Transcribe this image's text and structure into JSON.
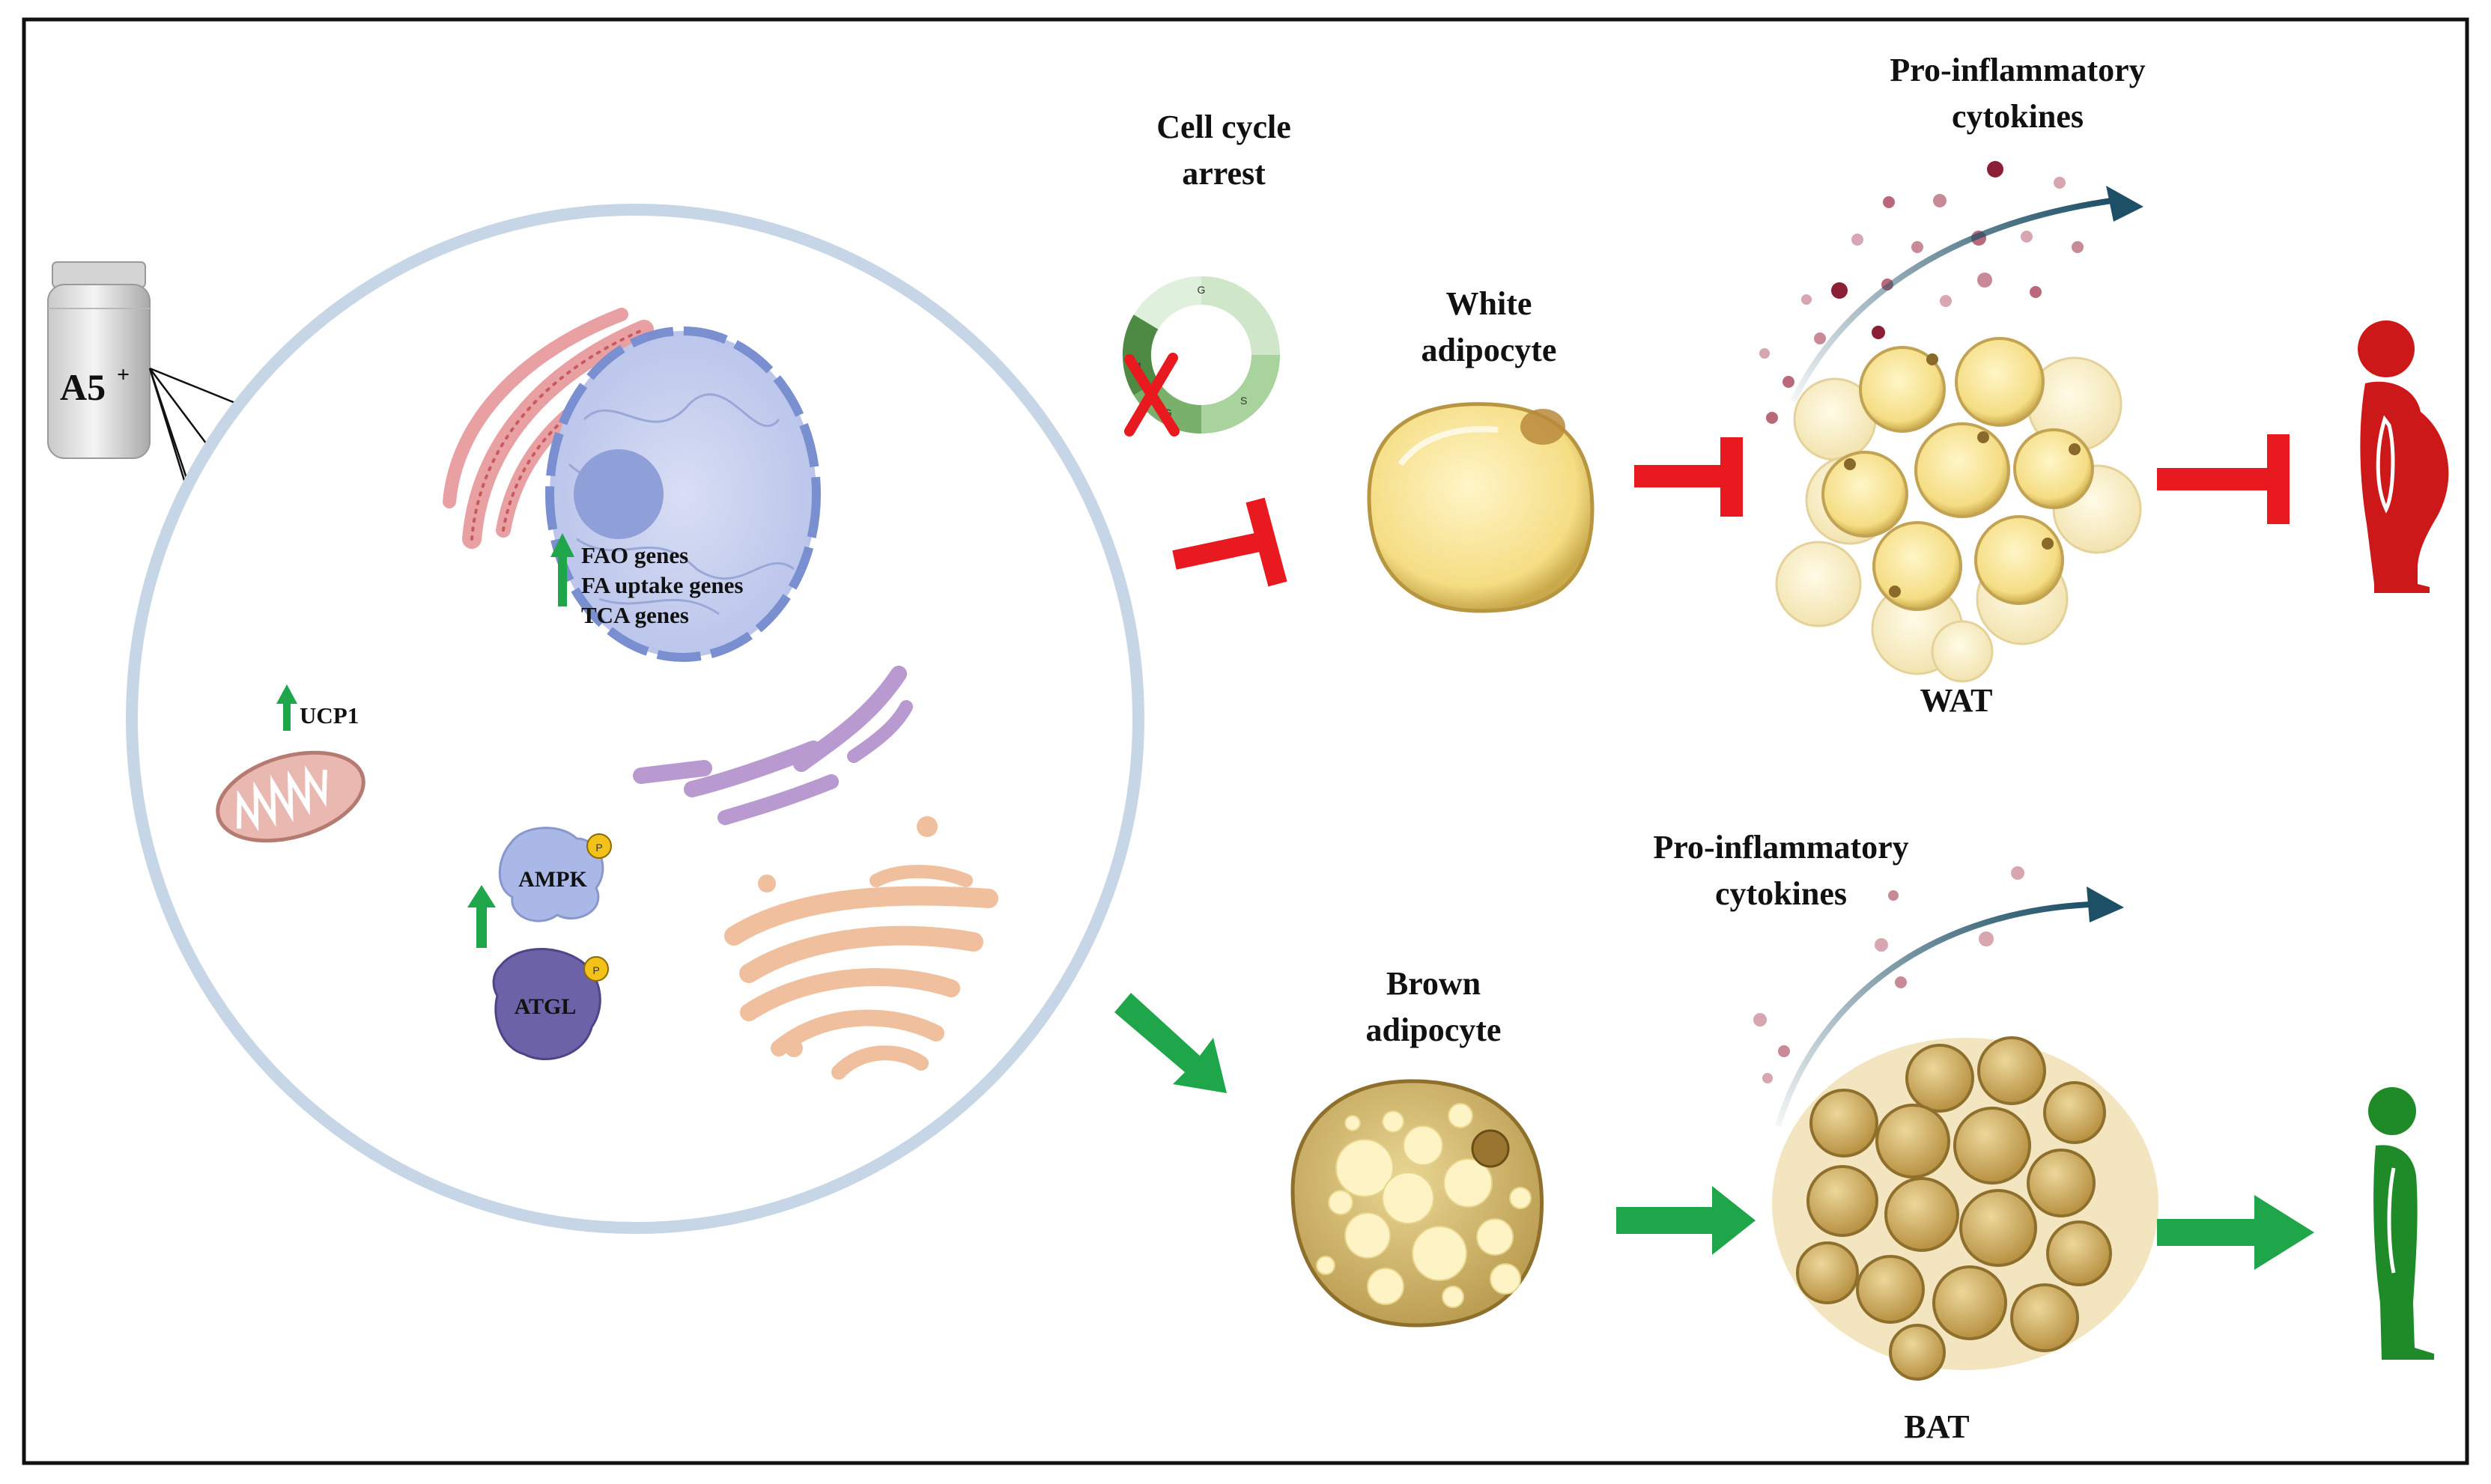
{
  "drug": {
    "label": "A5",
    "superscript": "+"
  },
  "nucleus": {
    "genes": [
      "FAO genes",
      "FA uptake genes",
      "TCA genes"
    ]
  },
  "cell": {
    "ucp1": "UCP1",
    "ampk": "AMPK",
    "atgl": "ATGL",
    "phospho": "P"
  },
  "cell_cycle": {
    "title_lines": [
      "Cell cycle",
      "arrest"
    ],
    "phases": [
      "G",
      "M",
      "G",
      "S"
    ]
  },
  "white": {
    "title_lines": [
      "White",
      "adipocyte"
    ],
    "cytokines_lines": [
      "Pro-inflammatory",
      "cytokines"
    ],
    "tissue": "WAT"
  },
  "brown": {
    "title_lines": [
      "Brown",
      "adipocyte"
    ],
    "cytokines_lines": [
      "Pro-inflammatory",
      "cytokines"
    ],
    "tissue": "BAT"
  },
  "colors": {
    "inhibit": "#e8191f",
    "promote": "#1fa54a",
    "up_arrow": "#1fa54a",
    "cytokine_arrow": "#1d4f66",
    "person_obese": "#cc1818",
    "person_lean": "#1f8a28"
  }
}
